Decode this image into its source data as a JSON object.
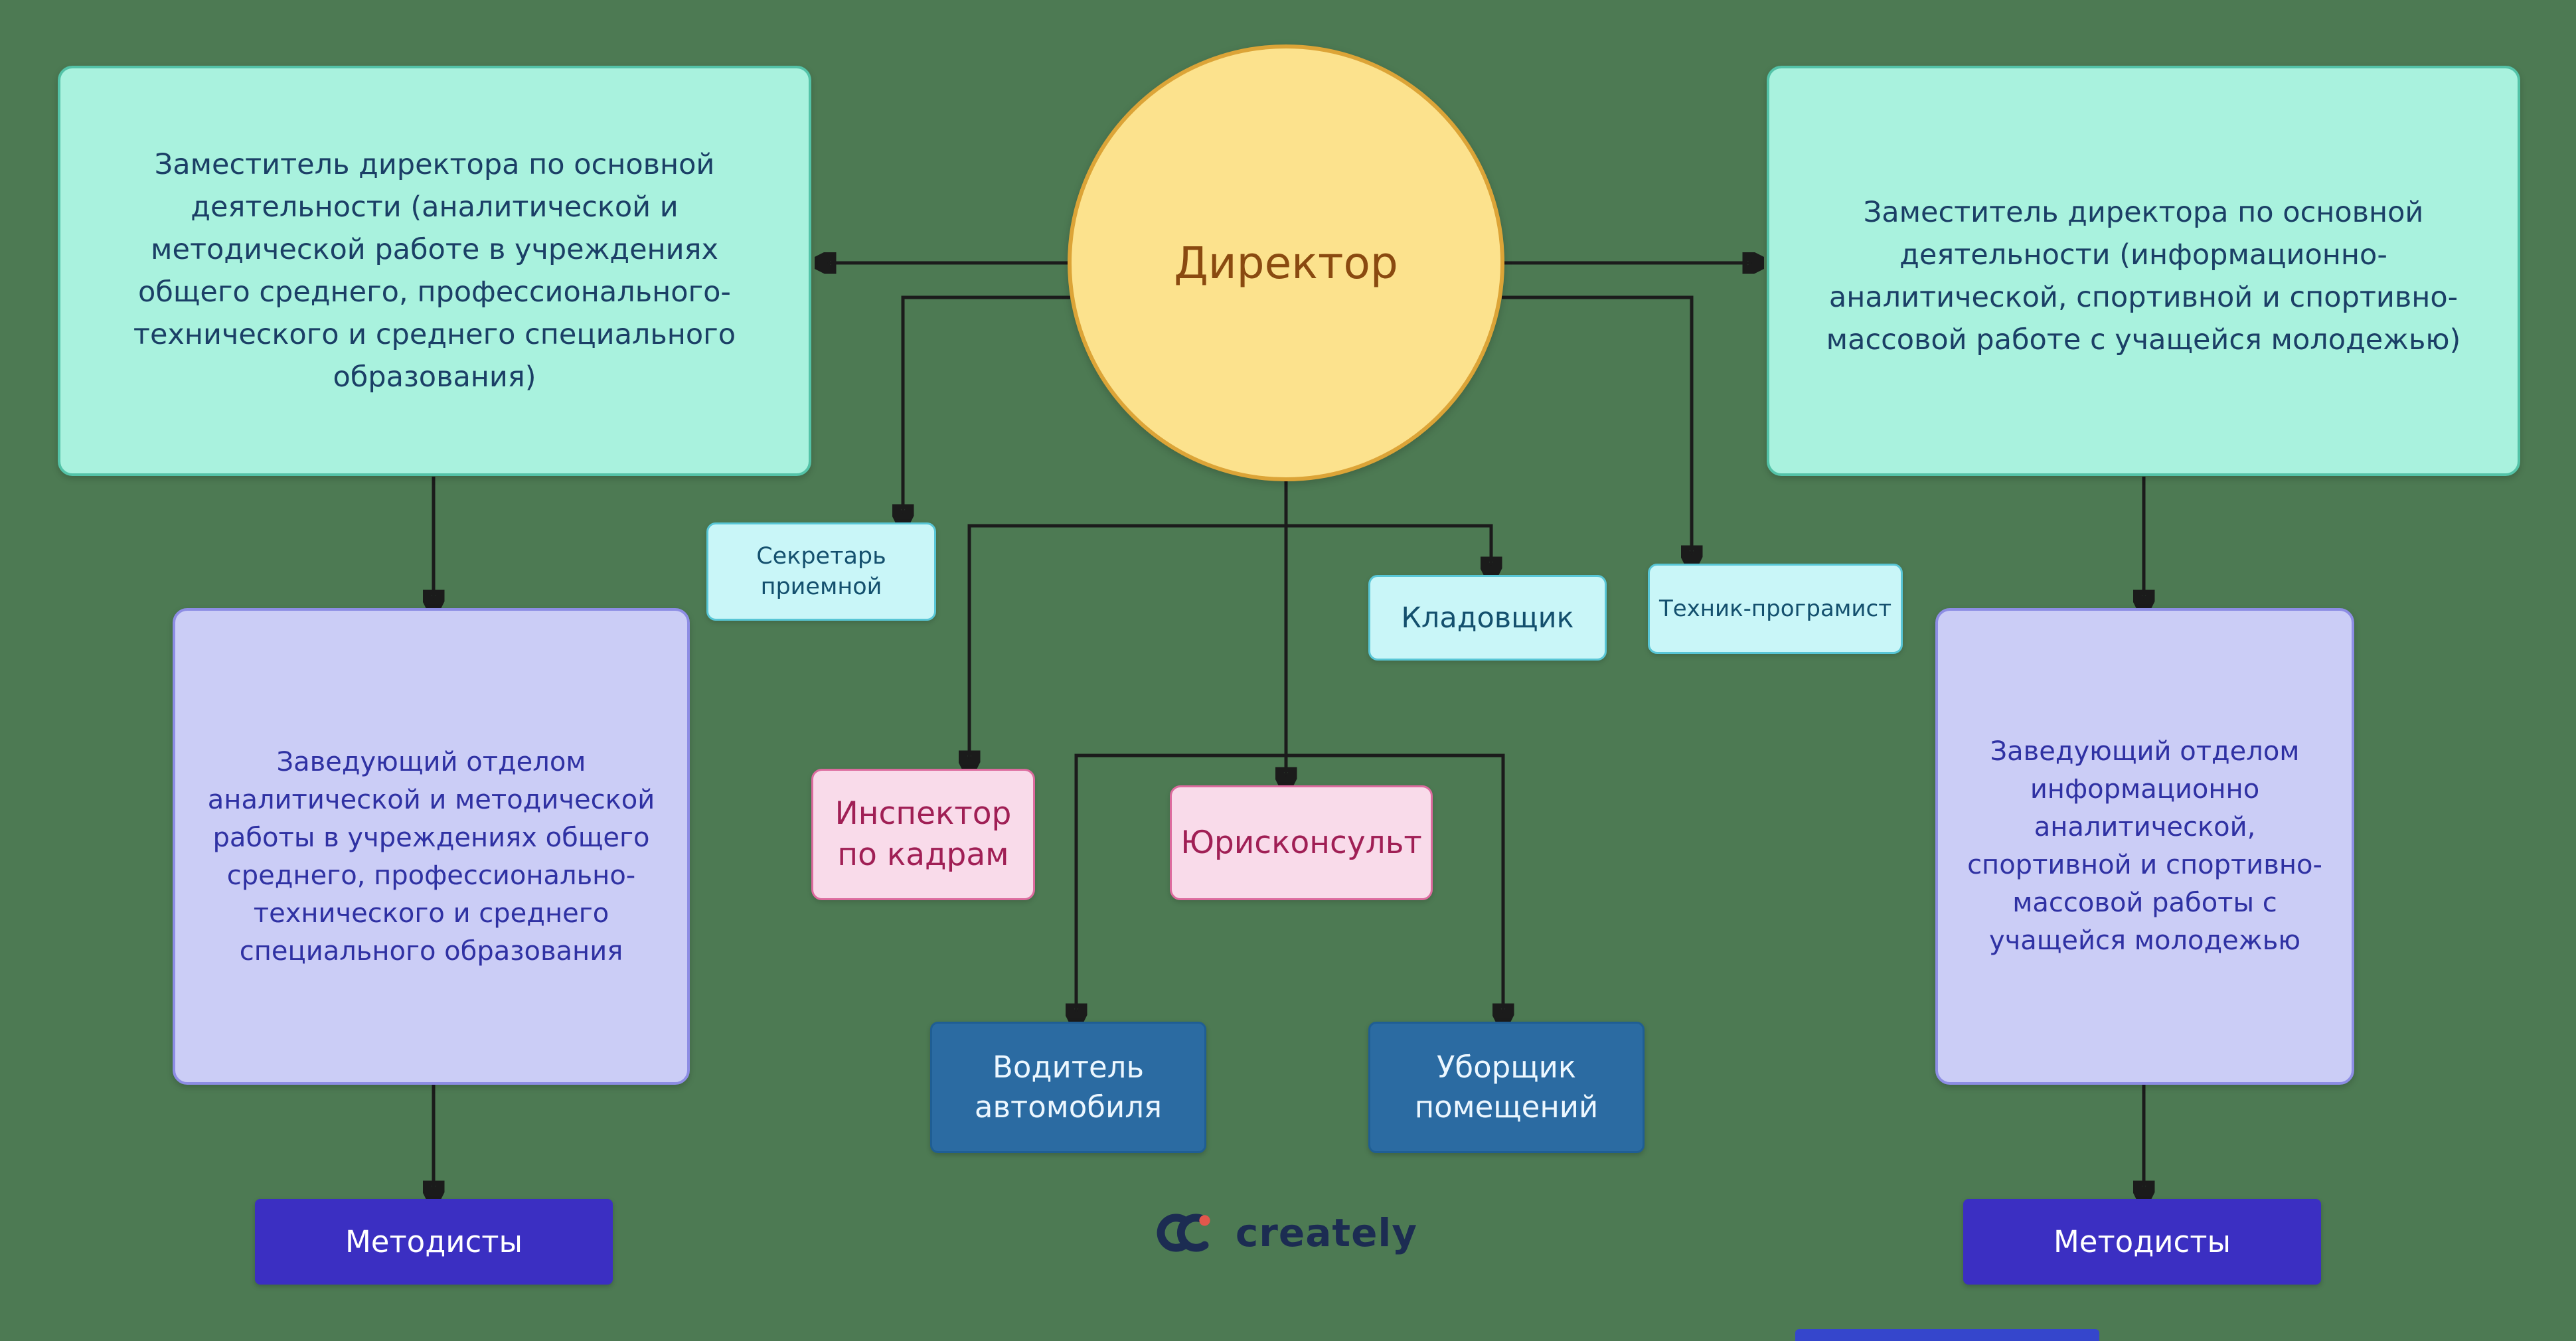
{
  "watermark": {
    "brand": "creately"
  },
  "palette": {
    "background": "#4d7a53",
    "deputy_fill": "#a9f2de",
    "deputy_border": "#54c3a8",
    "deputy_text": "#1b3f66",
    "director_fill": "#fce28d",
    "director_border": "#dca437",
    "director_text": "#8a4a10",
    "staff_fill": "#c9f6f8",
    "staff_border": "#58c6d6",
    "staff_text": "#14506e",
    "head_fill": "#cbcdf6",
    "head_border": "#8d8de4",
    "head_text": "#2f31a3",
    "pink_fill": "#f9dbea",
    "pink_border": "#dc6b9e",
    "pink_text": "#a01f55",
    "blue_fill": "#2b6ba2",
    "blue_border": "#1f5e94",
    "blue_text": "#ecf7ff",
    "indigo_fill": "#3b2fc2",
    "indigo_text": "#ffffff",
    "connector": "#1b1b1b",
    "watermark_text": "#1c2c52",
    "watermark_dot": "#e2574c"
  },
  "nodes": {
    "director": {
      "label": "Директор"
    },
    "deputy_left": {
      "label": "Заместитель директора по основной деятельности (аналитической и методической работе в учреждениях общего среднего, профессионального-технического и среднего специального образования)"
    },
    "deputy_right": {
      "label": "Заместитель директора по основной деятельности (информационно-аналитической, спортивной и спортивно-массовой работе с учащейся молодежью)"
    },
    "secretary": {
      "label": "Секретарь приемной"
    },
    "storekeeper": {
      "label": "Кладовщик"
    },
    "technician": {
      "label": "Техник-програмист"
    },
    "hr_inspector": {
      "label": "Инспектор по кадрам"
    },
    "legal_counsel": {
      "label": "Юрисконсульт"
    },
    "driver": {
      "label": "Водитель автомобиля"
    },
    "cleaner": {
      "label": "Уборщик помещений"
    },
    "head_left": {
      "label": "Заведующий отделом аналитической и методической работы в учреждениях общего среднего, профессионально-технического и среднего специального образования"
    },
    "head_right": {
      "label": "Заведующий отделом информационно аналитической, спортивной и спортивно-массовой работы с учащейся молодежью"
    },
    "methodists_left": {
      "label": "Методисты"
    },
    "methodists_right": {
      "label": "Методисты"
    }
  }
}
